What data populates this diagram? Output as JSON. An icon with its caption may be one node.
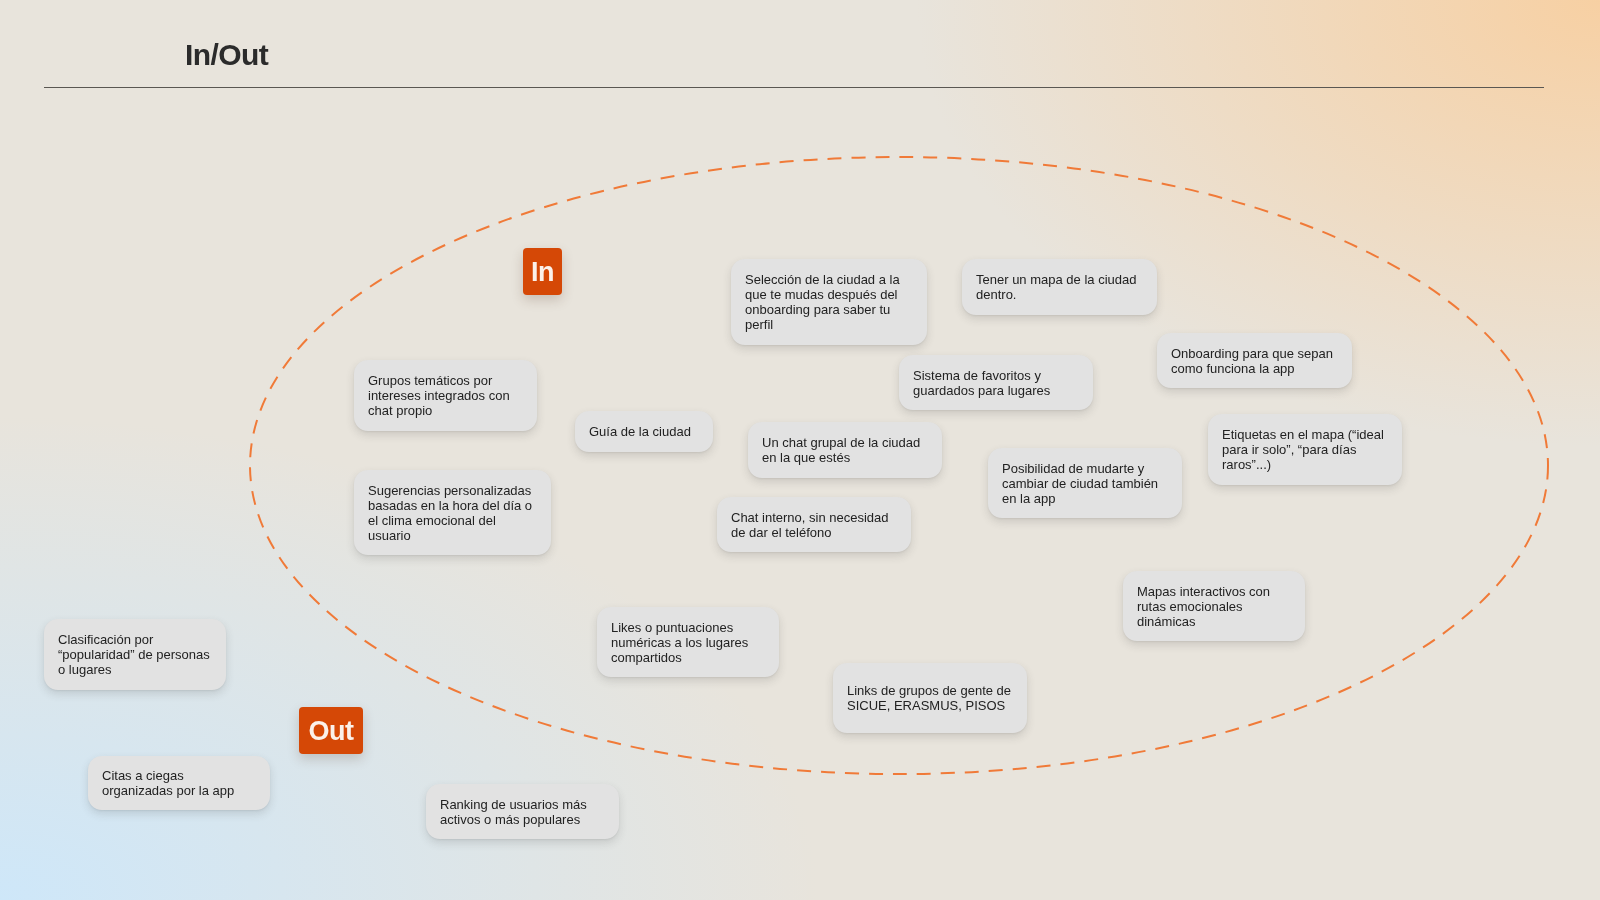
{
  "diagram": {
    "title": "In/Out",
    "nodes": [
      {
        "text": [],
        "shape": "ellipse"
      },
      {
        "text": [
          "In"
        ],
        "in": 0
      },
      {
        "text": [
          "Selección de la ciudad a la que te mudas después del onboarding para saber tu perfil"
        ],
        "in": 0
      },
      {
        "text": [
          "Tener un mapa de la ciudad dentro."
        ],
        "in": 0
      },
      {
        "text": [
          "Onboarding para que sepan como funciona la app"
        ],
        "in": 0
      },
      {
        "text": [
          "Grupos temáticos por intereses integrados con chat propio"
        ],
        "in": 0
      },
      {
        "text": [
          "Sistema de favoritos y guardados para lugares"
        ],
        "in": 0
      },
      {
        "text": [
          "Guía de la ciudad"
        ],
        "in": 0
      },
      {
        "text": [
          "Un chat grupal de la ciudad en la que estés"
        ],
        "in": 0
      },
      {
        "text": [
          "Etiquetas en el mapa (“ideal para ir solo”, “para días raros”...)"
        ],
        "in": 0
      },
      {
        "text": [
          "Posibilidad de mudarte y cambiar de ciudad también en la app"
        ],
        "in": 0
      },
      {
        "text": [
          "Sugerencias personalizadas basadas en la hora del día o el clima emocional del usuario"
        ],
        "in": 0
      },
      {
        "text": [
          "Chat interno, sin necesidad de dar el teléfono"
        ],
        "in": 0
      },
      {
        "text": [
          "Mapas interactivos con rutas emocionales dinámicas"
        ],
        "in": 0
      },
      {
        "text": [
          "Likes o puntuaciones numéricas a los lugares compartidos"
        ],
        "in": 0
      },
      {
        "text": [
          "Clasificación por “popularidad” de personas o lugares"
        ]
      },
      {
        "text": [
          "Links de grupos de gente de SICUE, ERASMUS, PISOS"
        ],
        "in": 0
      },
      {
        "text": [
          "Out"
        ]
      },
      {
        "text": [
          "Citas a ciegas organizadas por la app"
        ]
      },
      {
        "text": [
          "Ranking de usuarios más activos o más populares"
        ]
      }
    ]
  }
}
